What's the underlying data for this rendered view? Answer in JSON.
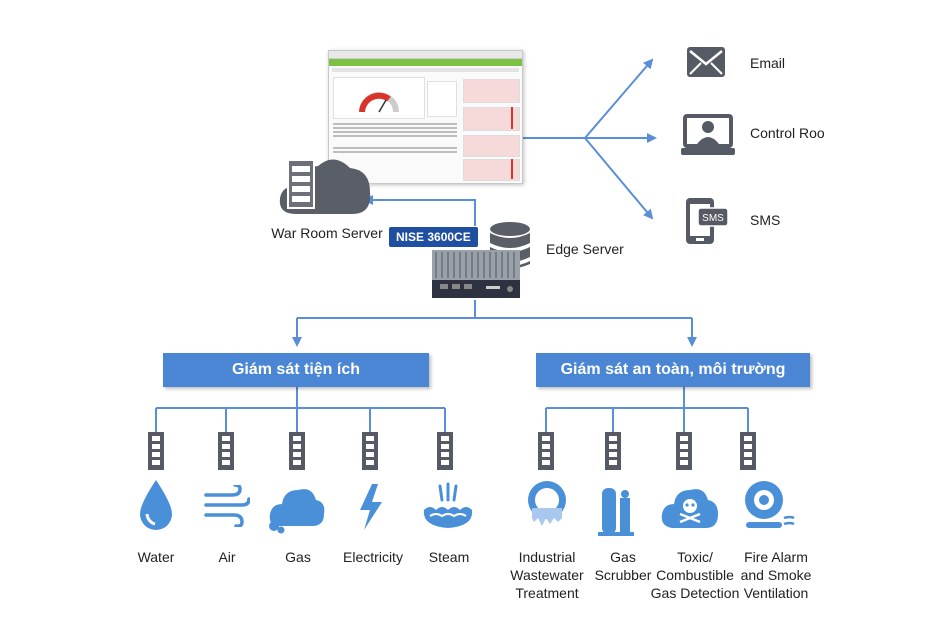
{
  "top": {
    "war_room_server": "War Room Server",
    "edge_server": "Edge Server",
    "device_model": "NISE 3600CE",
    "notifications": [
      {
        "label": "Email",
        "icon": "email-icon"
      },
      {
        "label": "Control Roo",
        "icon": "control-room-icon"
      },
      {
        "label": "SMS",
        "icon": "sms-icon"
      }
    ]
  },
  "groups": {
    "utility": {
      "title": "Giám sát tiện ích",
      "items": [
        {
          "label": "Water",
          "icon": "water-drop-icon"
        },
        {
          "label": "Air",
          "icon": "air-wind-icon"
        },
        {
          "label": "Gas",
          "icon": "gas-cloud-icon"
        },
        {
          "label": "Electricity",
          "icon": "lightning-icon"
        },
        {
          "label": "Steam",
          "icon": "steam-icon"
        }
      ]
    },
    "safety": {
      "title": "Giám sát an toàn, môi trường",
      "items": [
        {
          "label": "Industrial\nWastewater\nTreatment",
          "icon": "wastewater-icon"
        },
        {
          "label": "Gas\nScrubber",
          "icon": "gas-scrubber-icon"
        },
        {
          "label": "Toxic/\nCombustible\nGas Detection",
          "icon": "toxic-gas-icon"
        },
        {
          "label": "Fire Alarm\nand Smoke\nVentilation",
          "icon": "fire-alarm-icon"
        }
      ]
    }
  },
  "colors": {
    "line_blue": "#5b8ed8",
    "box_blue": "#4a86d4",
    "icon_blue": "#4a90d9",
    "icon_gray": "#555a64"
  }
}
